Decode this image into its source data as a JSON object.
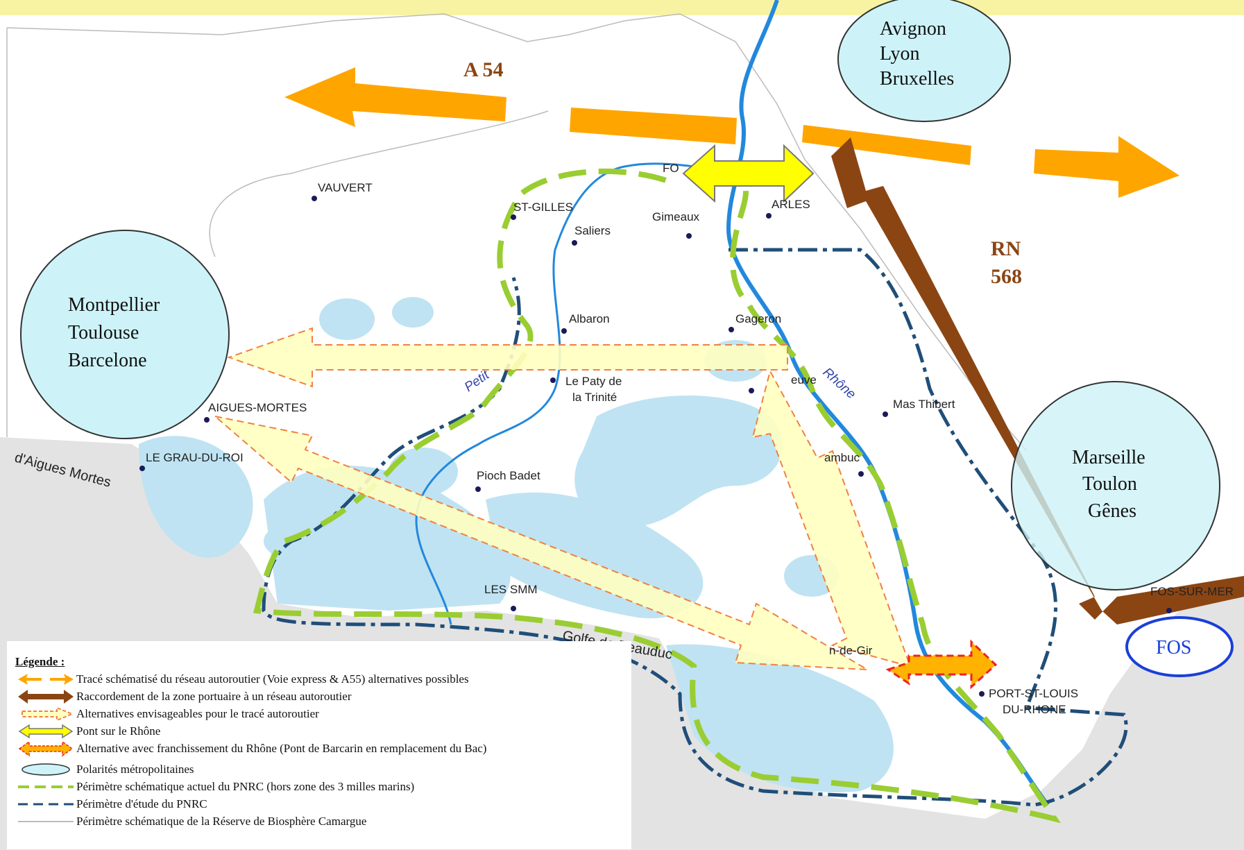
{
  "roads": {
    "a54": "A 54",
    "rn568_line1": "RN",
    "rn568_line2": "568"
  },
  "poles": {
    "avignon": [
      "Avignon",
      "Lyon",
      "Bruxelles"
    ],
    "montpellier": [
      "Montpellier",
      "Toulouse",
      "Barcelone"
    ],
    "marseille": [
      "Marseille",
      "Toulon",
      "Gênes"
    ],
    "fos": "FOS"
  },
  "towns": {
    "vauvert": "VAUVERT",
    "st_gilles": "ST-GILLES",
    "saliers": "Saliers",
    "gimeaux": "Gimeaux",
    "arles": "ARLES",
    "fourques": "FO",
    "albaron": "Albaron",
    "gageron": "Gageron",
    "paty_1": "Le Paty de",
    "paty_2": "la Trinité",
    "aigues_mortes": "AIGUES-MORTES",
    "grau_du_roi": "LE GRAU-DU-ROI",
    "pioch_badet": "Pioch Badet",
    "mas_thibert": "Mas Thibert",
    "sambuc": "ambuc",
    "villeneuve": "euve",
    "les_smm": "LES SMM",
    "salin": "n-de-Gir",
    "port_st_louis_1": "PORT-ST-LOUIS",
    "port_st_louis_2": "DU-RHONE",
    "fos_sur_mer": "FOS-SUR-MER"
  },
  "water": {
    "golfe_aigues": "d'Aigues Mortes",
    "golfe_beauduc": "Golfe de Beauduc",
    "rhone": "Rhône",
    "petit_rhone": "Petit"
  },
  "legend": {
    "title": "Légende :",
    "items": [
      "Tracé schématisé du réseau autoroutier (Voie express & A55) alternatives possibles",
      "Raccordement de la zone portuaire à un réseau autoroutier",
      "Alternatives envisageables pour le tracé autoroutier",
      "Pont sur le Rhône",
      "Alternative avec franchissement du Rhône (Pont de Barcarin en remplacement du Bac)",
      "Polarités métropolitaines",
      "Périmètre schématique actuel du PNRC (hors zone des 3 milles marins)",
      "Périmètre d'étude du PNRC",
      "Périmètre schématique de la Réserve de Biosphère Camargue"
    ]
  },
  "colors": {
    "highway": "#ffa500",
    "port_link": "#8b4513",
    "alternative_fill": "#ffffc0",
    "alternative_stroke": "#f08040",
    "bridge": "#ffff00",
    "pole_fill": "#cdf3f8",
    "pnrc_perimeter": "#9acd32",
    "study_perimeter": "#1f4e79",
    "wetland": "#bfe3f2",
    "sea": "#e3e3e3",
    "river": "#2288dd",
    "fos_ring": "#1a3fd8"
  }
}
